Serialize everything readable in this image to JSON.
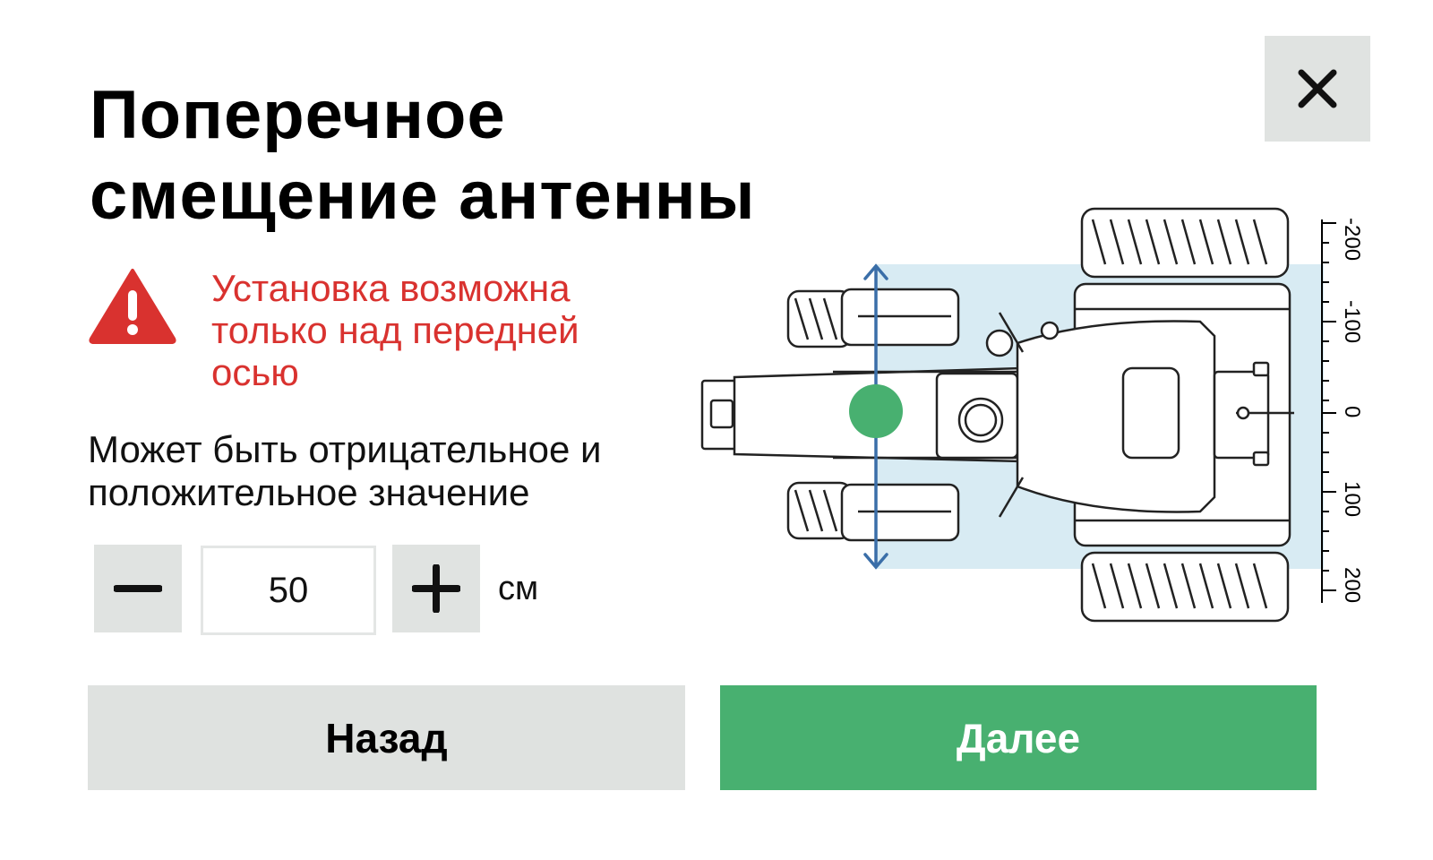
{
  "dialog": {
    "title_line1": "Поперечное",
    "title_line2": "смещение антенны",
    "close_icon": "close-icon"
  },
  "warning": {
    "icon": "warning-triangle-icon",
    "color": "#d9322f",
    "text": "Установка возможна только над передней осью"
  },
  "hint": {
    "text": "Может быть отрицательное и положительное значение"
  },
  "stepper": {
    "minus_icon": "minus-icon",
    "plus_icon": "plus-icon",
    "value": "50",
    "unit": "см"
  },
  "diagram": {
    "antenna_marker_color": "#48b070",
    "highlight_color": "#d8ebf3",
    "arrow_color": "#3a6ea8",
    "ruler_labels": [
      "-200",
      "-100",
      "0",
      "100",
      "200"
    ]
  },
  "buttons": {
    "back_label": "Назад",
    "next_label": "Далее",
    "next_color": "#48b070"
  }
}
